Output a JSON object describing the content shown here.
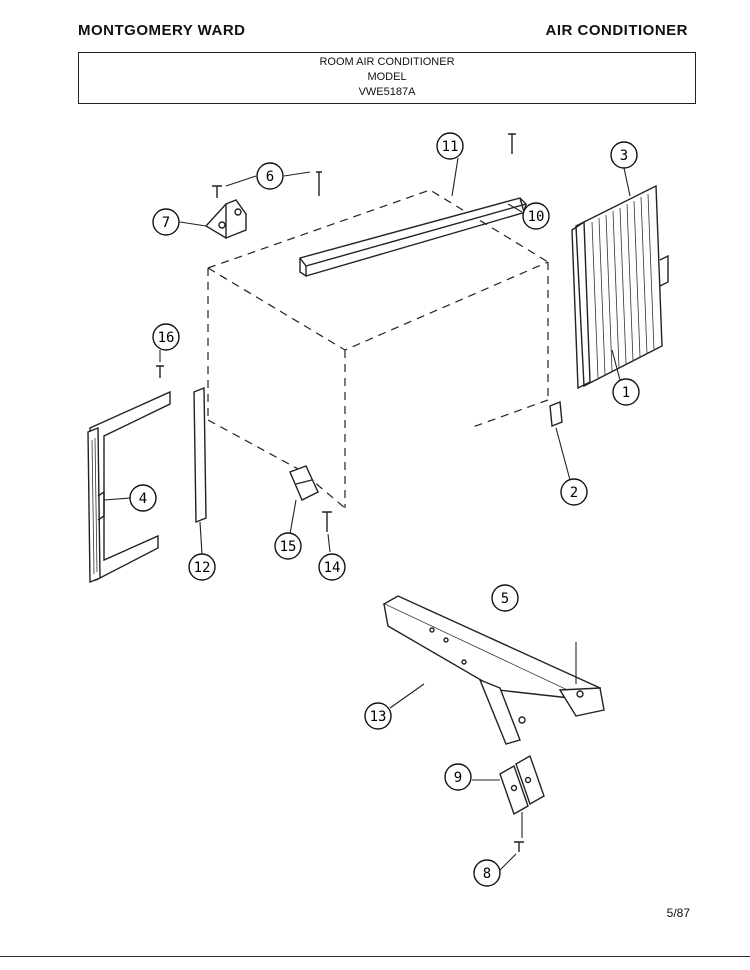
{
  "header": {
    "brand": "MONTGOMERY WARD",
    "category": "AIR CONDITIONER"
  },
  "title_box": {
    "line1": "ROOM AIR CONDITIONER",
    "line2": "MODEL",
    "line3": "VWE5187A"
  },
  "footer": {
    "date": "5/87"
  },
  "callouts": {
    "c1": "1",
    "c2": "2",
    "c3": "3",
    "c4": "4",
    "c5": "5",
    "c6": "6",
    "c7": "7",
    "c8": "8",
    "c9": "9",
    "c10": "10",
    "c11": "11",
    "c12": "12",
    "c13": "13",
    "c14": "14",
    "c15": "15",
    "c16": "16"
  }
}
